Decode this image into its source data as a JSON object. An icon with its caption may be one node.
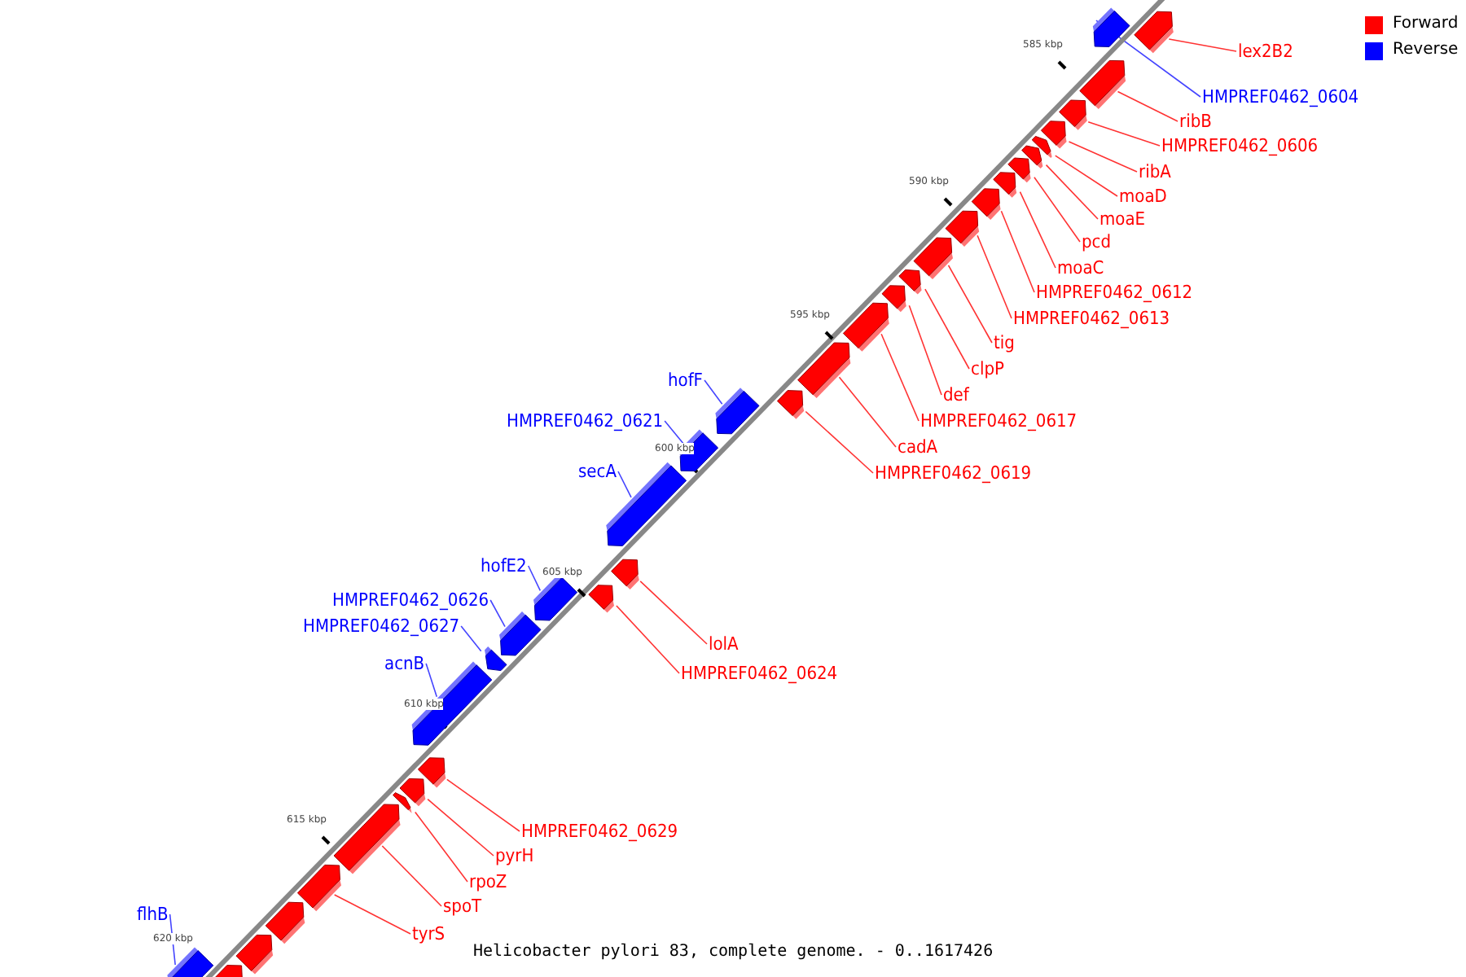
{
  "diagram": {
    "caption": "Helicobacter pylori 83, complete genome. - 0..1617426",
    "nodes": [
      {
        "text": [
          "lex2B2"
        ]
      },
      {
        "text": [
          "HMPREF0462_0604"
        ]
      },
      {
        "text": [
          "ribB"
        ]
      },
      {
        "text": [
          "HMPREF0462_0606"
        ]
      },
      {
        "text": [
          "ribA"
        ]
      },
      {
        "text": [
          "moaD"
        ]
      },
      {
        "text": [
          "moaE"
        ]
      },
      {
        "text": [
          "pcd"
        ]
      },
      {
        "text": [
          "moaC"
        ]
      },
      {
        "text": [
          "HMPREF0462_0612"
        ]
      },
      {
        "text": [
          "HMPREF0462_0613"
        ]
      },
      {
        "text": [
          "tig"
        ]
      },
      {
        "text": [
          "clpP"
        ]
      },
      {
        "text": [
          "def"
        ]
      },
      {
        "text": [
          "HMPREF0462_0617"
        ]
      },
      {
        "text": [
          "hofF"
        ]
      },
      {
        "text": [
          "cadA"
        ]
      },
      {
        "text": [
          "HMPREF0462_0621"
        ]
      },
      {
        "text": [
          "HMPREF0462_0619"
        ]
      },
      {
        "text": [
          "secA"
        ]
      },
      {
        "text": [
          "hofE2"
        ]
      },
      {
        "text": [
          "HMPREF0462_0626"
        ]
      },
      {
        "text": [
          "HMPREF0462_0627"
        ]
      },
      {
        "text": [
          "lolA"
        ]
      },
      {
        "text": [
          "acnB"
        ]
      },
      {
        "text": [
          "HMPREF0462_0624"
        ]
      },
      {
        "text": [
          "HMPREF0462_0629"
        ]
      },
      {
        "text": [
          "pyrH"
        ]
      },
      {
        "text": [
          "rpoZ"
        ]
      },
      {
        "text": [
          "spoT"
        ]
      },
      {
        "text": [
          "flhB"
        ]
      },
      {
        "text": [
          "tyrS"
        ]
      },
      {
        "text": [],
        "shape": "arrow"
      },
      {
        "text": [],
        "shape": "arrow"
      },
      {
        "text": [],
        "shape": "arrow"
      },
      {
        "text": [],
        "shape": "arrow"
      },
      {
        "text": [],
        "shape": "arrow"
      },
      {
        "text": [],
        "shape": "arrow"
      },
      {
        "text": [],
        "shape": "arrow"
      },
      {
        "text": [],
        "shape": "arrow"
      },
      {
        "text": [],
        "shape": "arrow"
      },
      {
        "text": [],
        "shape": "arrow"
      },
      {
        "text": [],
        "shape": "arrow"
      },
      {
        "text": [],
        "shape": "arrow"
      },
      {
        "text": [],
        "shape": "arrow"
      },
      {
        "text": [],
        "shape": "arrow"
      },
      {
        "text": [],
        "shape": "arrow"
      },
      {
        "text": [],
        "shape": "arrow"
      },
      {
        "text": [],
        "shape": "arrow"
      },
      {
        "text": [],
        "shape": "arrow"
      },
      {
        "text": [],
        "shape": "arrow"
      },
      {
        "text": [],
        "shape": "arrow"
      },
      {
        "text": [],
        "shape": "arrow"
      },
      {
        "text": [],
        "shape": "arrow"
      },
      {
        "text": [],
        "shape": "arrow"
      },
      {
        "text": [],
        "shape": "arrow"
      },
      {
        "text": [],
        "shape": "arrow"
      },
      {
        "text": [],
        "shape": "arrow"
      },
      {
        "text": [],
        "shape": "arrow"
      },
      {
        "text": [],
        "shape": "arrow"
      },
      {
        "text": [],
        "shape": "arrow"
      },
      {
        "text": [],
        "shape": "arrow"
      },
      {
        "text": [],
        "shape": "arrow"
      },
      {
        "text": [],
        "shape": "arrow"
      },
      {
        "text": [],
        "shape": "arrow"
      },
      {
        "text": [],
        "shape": "arrow"
      },
      {
        "text": [],
        "shape": "arrow"
      }
    ],
    "edges": [
      {
        "from": 0,
        "to": 33,
        "arrow": "none"
      },
      {
        "from": 1,
        "to": 32,
        "arrow": "none",
        "color": "#4444ff"
      },
      {
        "from": 2,
        "to": 34,
        "arrow": "none"
      },
      {
        "from": 3,
        "to": 35,
        "arrow": "none"
      },
      {
        "from": 4,
        "to": 36,
        "arrow": "none"
      },
      {
        "from": 5,
        "to": 37,
        "arrow": "none"
      },
      {
        "from": 6,
        "to": 38,
        "arrow": "none"
      },
      {
        "from": 7,
        "to": 39,
        "arrow": "none"
      },
      {
        "from": 8,
        "to": 40,
        "arrow": "none"
      },
      {
        "from": 9,
        "to": 41,
        "arrow": "none"
      },
      {
        "from": 10,
        "to": 42,
        "arrow": "none"
      },
      {
        "from": 11,
        "to": 43,
        "arrow": "none"
      },
      {
        "from": 12,
        "to": 44,
        "arrow": "none"
      },
      {
        "from": 13,
        "to": 45,
        "arrow": "none"
      },
      {
        "from": 14,
        "to": 46,
        "arrow": "none"
      },
      {
        "from": 15,
        "to": 49,
        "arrow": "none",
        "color": "#4444ff"
      },
      {
        "from": 16,
        "to": 47,
        "arrow": "none"
      },
      {
        "from": 17,
        "to": 50,
        "arrow": "none",
        "color": "#4444ff"
      },
      {
        "from": 18,
        "to": 48,
        "arrow": "none"
      },
      {
        "from": 19,
        "to": 51,
        "arrow": "none",
        "color": "#4444ff"
      },
      {
        "from": 20,
        "to": 54,
        "arrow": "none",
        "color": "#4444ff"
      },
      {
        "from": 21,
        "to": 55,
        "arrow": "none",
        "color": "#4444ff"
      },
      {
        "from": 22,
        "to": 56,
        "arrow": "none",
        "color": "#4444ff"
      },
      {
        "from": 23,
        "to": 52,
        "arrow": "none"
      },
      {
        "from": 24,
        "to": 57,
        "arrow": "none",
        "color": "#4444ff"
      },
      {
        "from": 25,
        "to": 53,
        "arrow": "none"
      },
      {
        "from": 26,
        "to": 58,
        "arrow": "none"
      },
      {
        "from": 27,
        "to": 59,
        "arrow": "none"
      },
      {
        "from": 28,
        "to": 60,
        "arrow": "none"
      },
      {
        "from": 29,
        "to": 61,
        "arrow": "none"
      },
      {
        "from": 30,
        "to": 65,
        "arrow": "none",
        "color": "#4444ff"
      },
      {
        "from": 31,
        "to": 62,
        "arrow": "none"
      }
    ],
    "labels": [
      "585 kbp",
      "590 kbp",
      "595 kbp",
      "600 kbp",
      "605 kbp",
      "610 kbp",
      "615 kbp",
      "620 kbp"
    ],
    "legend": [
      {
        "text": "Forward",
        "color": "#ff0000"
      },
      {
        "text": "Reverse",
        "color": "#0000ff"
      }
    ]
  }
}
